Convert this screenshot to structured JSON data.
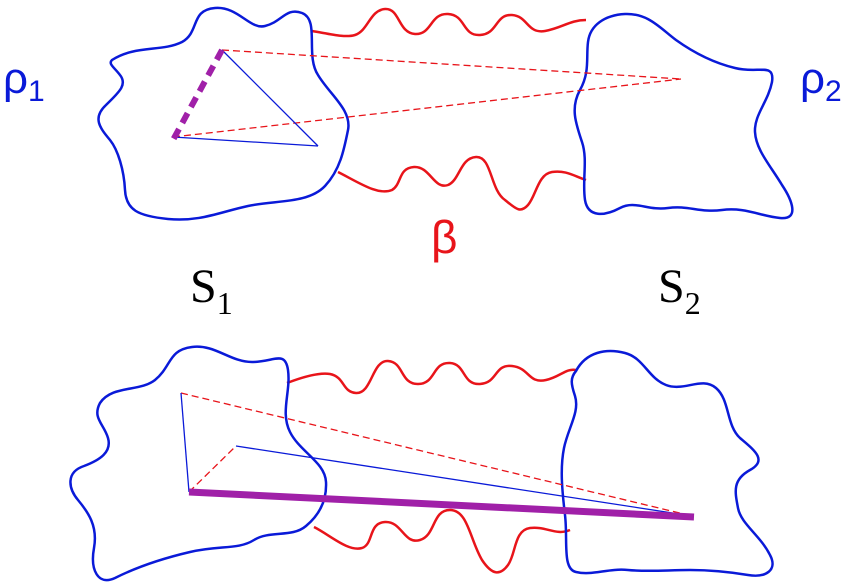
{
  "labels": {
    "rho1": {
      "base": "ρ",
      "sub": "1"
    },
    "rho2": {
      "base": "ρ",
      "sub": "2"
    },
    "beta": "β",
    "s1": {
      "base": "S",
      "sub": "1"
    },
    "s2": {
      "base": "S",
      "sub": "2"
    }
  },
  "colors": {
    "surface": "#0a1ad8",
    "string": "#e8141a",
    "highlight": "#a020a8",
    "background": "#ffffff"
  }
}
